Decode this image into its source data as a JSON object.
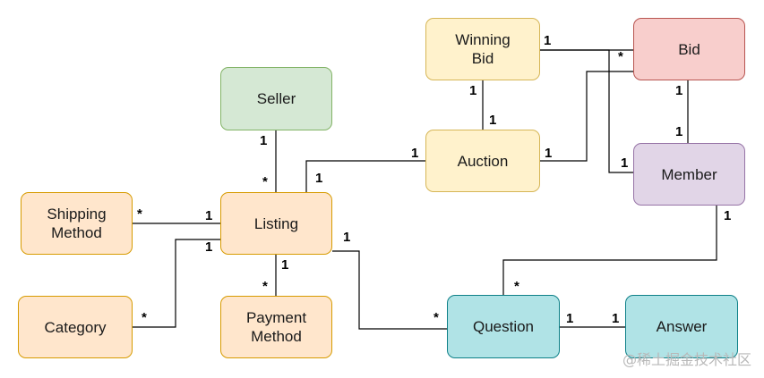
{
  "diagram": {
    "nodes": {
      "winning_bid": "Winning\nBid",
      "bid": "Bid",
      "seller": "Seller",
      "auction": "Auction",
      "member": "Member",
      "shipping_method": "Shipping\nMethod",
      "listing": "Listing",
      "category": "Category",
      "payment_method": "Payment\nMethod",
      "question": "Question",
      "answer": "Answer"
    },
    "colors": {
      "orange_fill": "#ffe6cc",
      "green_fill": "#d5e8d4",
      "yellow_fill": "#fff2cc",
      "red_fill": "#f8cecc",
      "purple_fill": "#e1d5e7",
      "teal_fill": "#b0e3e6",
      "edge": "#000000"
    },
    "multiplicities": {
      "winning_bid_bid_a": "1",
      "winning_bid_bid_b": "*",
      "winning_bid_auction_a": "1",
      "winning_bid_auction_b": "1",
      "bid_member_a": "1",
      "bid_member_b": "1",
      "seller_listing_a": "1",
      "seller_listing_b": "*",
      "auction_listing_a": "1",
      "auction_listing_b": "1",
      "auction_bid": "1",
      "member_winning_bid": "1",
      "shipping_listing_a": "*",
      "shipping_listing_b": "1",
      "category_listing_a": "*",
      "category_listing_b": "1",
      "listing_payment_a": "1",
      "listing_payment_b": "*",
      "listing_question_a": "1",
      "listing_question_b": "*",
      "member_question_a": "1",
      "member_question_b": "*",
      "question_answer_a": "1",
      "question_answer_b": "1"
    },
    "watermark": "@稀土掘金技术社区"
  }
}
